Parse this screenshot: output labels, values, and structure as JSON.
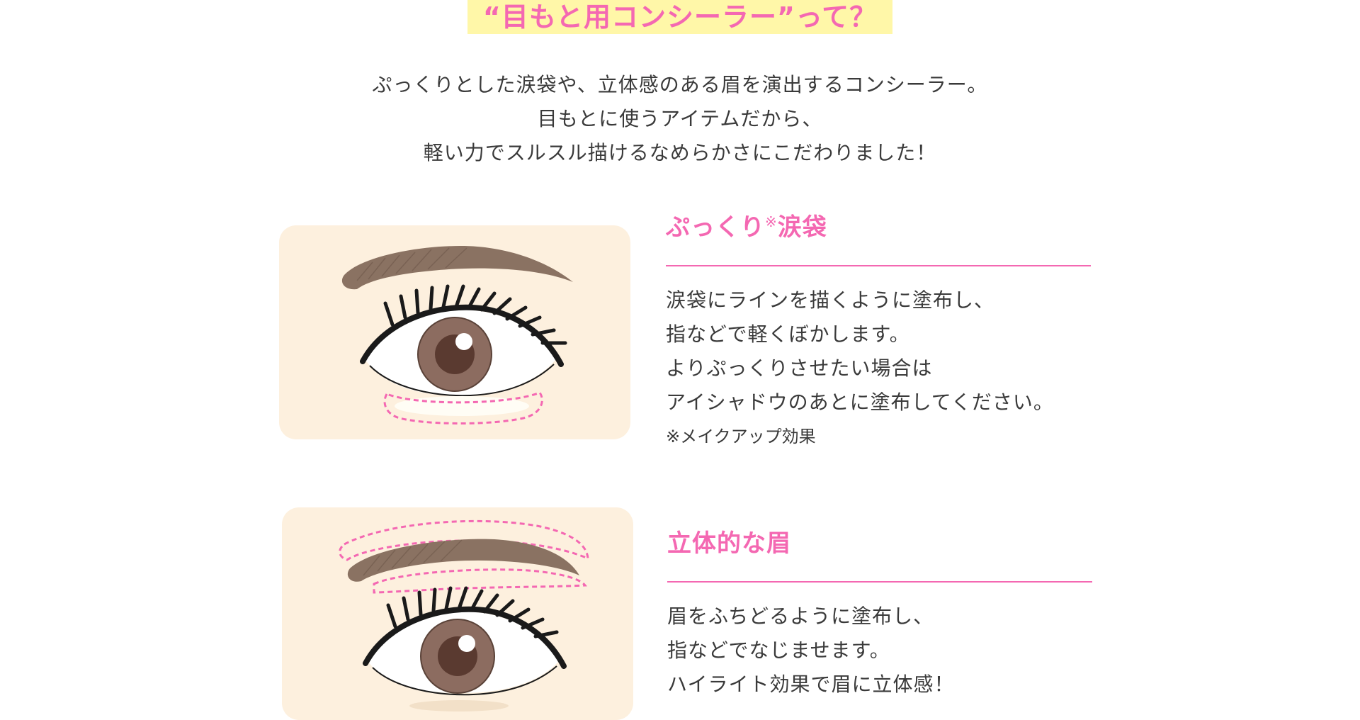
{
  "heading": "“目もと用コンシーラー”って？",
  "intro": [
    "ぷっくりとした涙袋や、立体感のある眉を演出するコンシーラー。",
    "目もとに使うアイテムだから、",
    "軽い力でスルスル描けるなめらかさにこだわりました！"
  ],
  "sections": [
    {
      "title": "ぷっくり",
      "title_mark": "※",
      "title_suffix": "涙袋",
      "lines": [
        "涙袋にラインを描くように塗布し、",
        "指などで軽くぼかします。",
        "よりぷっくりさせたい場合は",
        "アイシャドウのあとに塗布してください。"
      ],
      "note": "※メイクアップ効果"
    },
    {
      "title": "立体的な眉",
      "lines": [
        "眉をふちどるように塗布し、",
        "指などでなじませます。",
        "ハイライト効果で眉に立体感！"
      ]
    }
  ],
  "colors": {
    "accent_pink": "#f468b2",
    "heading_highlight": "#fff7a8",
    "card_bg": "#fdf0de",
    "brow": "#8a7262",
    "iris": "#8c6c60"
  }
}
